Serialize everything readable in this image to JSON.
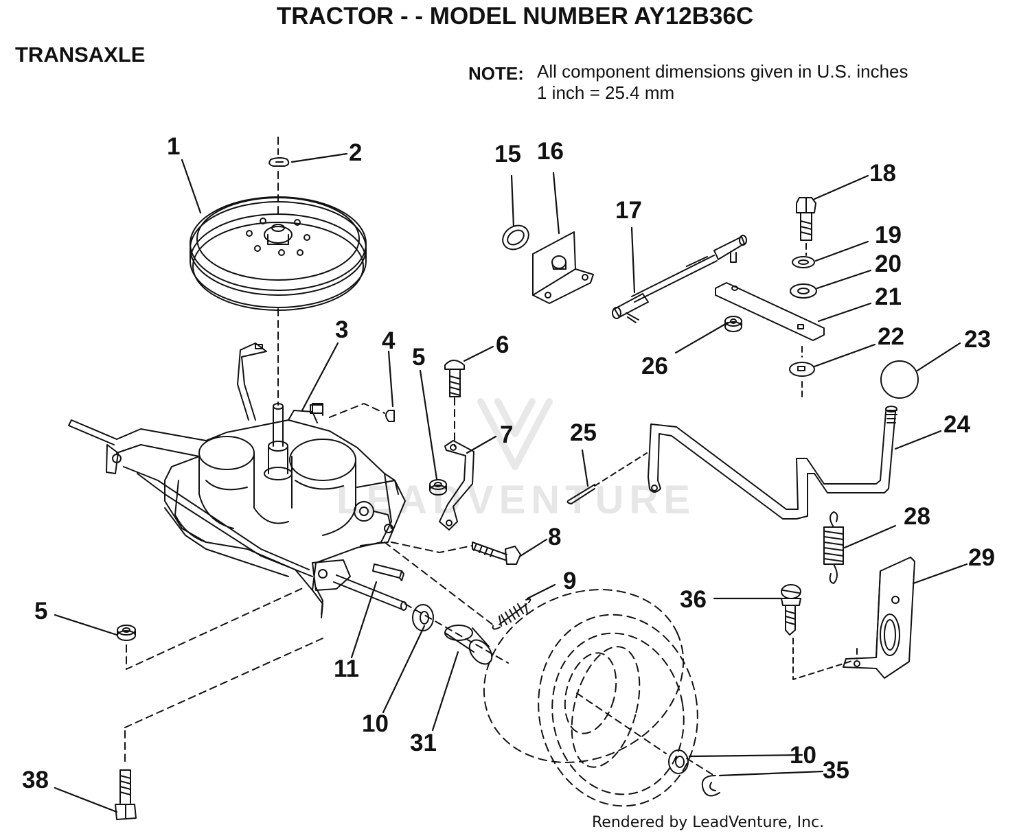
{
  "header": {
    "title": "TRACTOR - - MODEL NUMBER AY12B36C",
    "section": "TRANSAXLE"
  },
  "note": {
    "label": "NOTE:",
    "line1": "All component dimensions given in U.S. inches",
    "line2": "1 inch = 25.4 mm"
  },
  "watermark": "LEADVENTURE",
  "footer": {
    "credit": "Rendered by LeadVenture, Inc."
  },
  "callouts": {
    "c1": "1",
    "c2": "2",
    "c3": "3",
    "c4": "4",
    "c5a": "5",
    "c5b": "5",
    "c6": "6",
    "c7": "7",
    "c8": "8",
    "c9": "9",
    "c10a": "10",
    "c10b": "10",
    "c11": "11",
    "c15": "15",
    "c16": "16",
    "c17": "17",
    "c18": "18",
    "c19": "19",
    "c20": "20",
    "c21": "21",
    "c22": "22",
    "c23": "23",
    "c24": "24",
    "c25": "25",
    "c26": "26",
    "c28": "28",
    "c29": "29",
    "c31": "31",
    "c35": "35",
    "c36": "36",
    "c38": "38"
  }
}
